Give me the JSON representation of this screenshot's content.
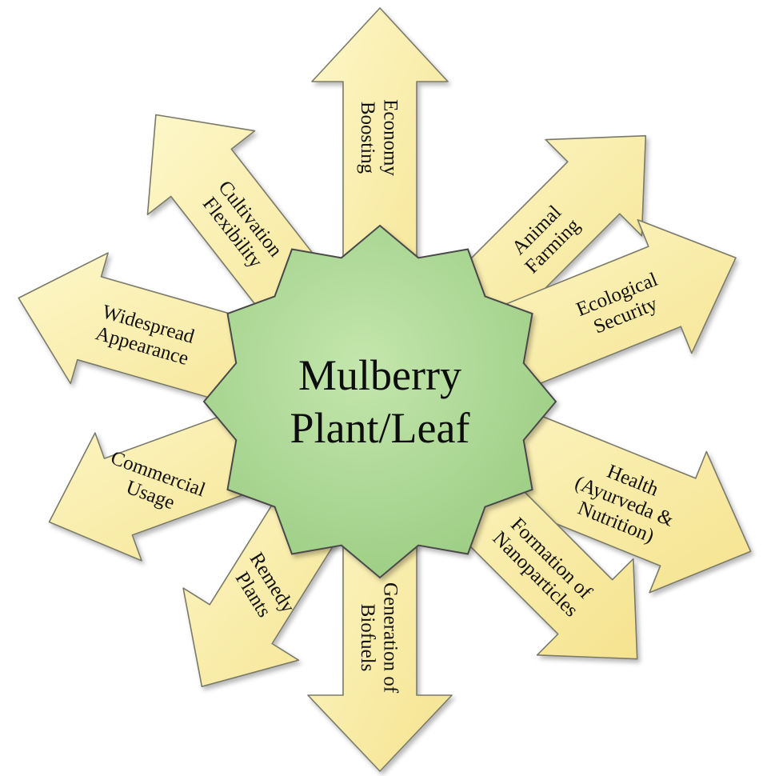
{
  "center": {
    "lines": [
      "Mulberry",
      "Plant/Leaf"
    ]
  },
  "arrows": [
    {
      "id": "economy-boosting",
      "lines": [
        "Economy",
        "Boosting"
      ]
    },
    {
      "id": "animal-farming",
      "lines": [
        "Animal",
        "Farming"
      ]
    },
    {
      "id": "ecological-security",
      "lines": [
        "Ecological",
        "Security"
      ]
    },
    {
      "id": "health",
      "lines": [
        "Health",
        "(Ayurveda &",
        "Nutrition)"
      ]
    },
    {
      "id": "formation-of-nanoparticles",
      "lines": [
        "Formation of",
        "Nanoparticles"
      ]
    },
    {
      "id": "generation-of-biofuels",
      "lines": [
        "Generation of",
        "Biofuels"
      ]
    },
    {
      "id": "remedy-plants",
      "lines": [
        "Remedy",
        "Plants"
      ]
    },
    {
      "id": "commercial-usage",
      "lines": [
        "Commercial",
        "Usage"
      ]
    },
    {
      "id": "widespread-appearance",
      "lines": [
        "Widespread",
        "Appearance"
      ]
    },
    {
      "id": "cultivation-flexibility",
      "lines": [
        "Cultivation",
        "Flexibility"
      ]
    }
  ],
  "colors": {
    "arrow_fill_light": "#fdf7c9",
    "arrow_fill_dark": "#f6e594",
    "center_fill_light": "#bfe3a8",
    "center_fill_dark": "#9fd08a"
  }
}
